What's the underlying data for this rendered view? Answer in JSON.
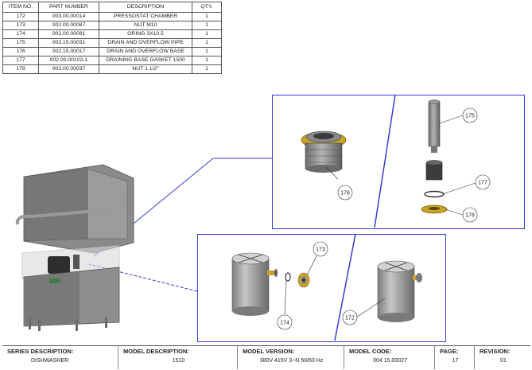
{
  "parts_table": {
    "headers": [
      "ITEM NO.",
      "PART NUMBER",
      "DESCRIPTION",
      "QTY."
    ],
    "rows": [
      {
        "item": "172",
        "part": "003.00.00014",
        "desc": "PRESSOSTAT CHAMBER",
        "qty": "1"
      },
      {
        "item": "173",
        "part": "002.00.00087",
        "desc": "NUT M10",
        "qty": "1"
      },
      {
        "item": "174",
        "part": "002.00.00091",
        "desc": "ORING 3X10,5",
        "qty": "1"
      },
      {
        "item": "175",
        "part": "002.15.00031",
        "desc": "DRAIN AND OVERFLOW PIPE",
        "qty": "1"
      },
      {
        "item": "176",
        "part": "002.15.00017",
        "desc": "DRAIN AND OVERFLOW BASE",
        "qty": "1"
      },
      {
        "item": "177",
        "part": "002.00.00102-1",
        "desc": "DRAINING BASE GASKET 1500",
        "qty": "1"
      },
      {
        "item": "178",
        "part": "002.00.00037",
        "desc": "NUT 1 1/2\"",
        "qty": "1"
      }
    ]
  },
  "callouts": {
    "c172": "172",
    "c173": "173",
    "c174": "174",
    "c175": "175",
    "c176": "176",
    "c177": "177",
    "c178": "178"
  },
  "title_block": {
    "series_label": "SERIES DESCRIPTION:",
    "series_value": "DISHWASHER",
    "model_desc_label": "MODEL DESCRIPTION:",
    "model_desc_value": "1510",
    "model_version_label": "MODEL VERSION:",
    "model_version_value": "380V-415V 3~N 50/60 Hz",
    "model_code_label": "MODEL CODE:",
    "model_code_value": "004.15.00027",
    "page_label": "PAGE:",
    "page_value": "17",
    "revision_label": "REVISION:",
    "revision_value": "01"
  },
  "colors": {
    "callout_border": "#3a3ad6",
    "part_gray": "#9a9a9a",
    "brass": "#c9a227"
  }
}
